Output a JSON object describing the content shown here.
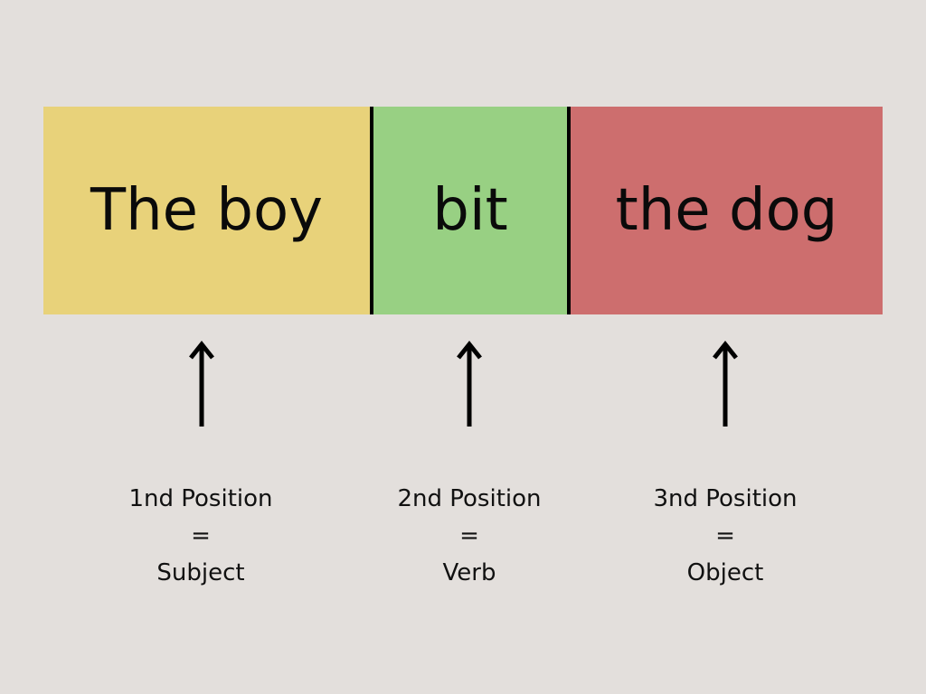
{
  "colors": {
    "background": "#e3dfdc",
    "subject": "#e8d27a",
    "verb": "#98d083",
    "object": "#cd6e6e",
    "divider": "#000000"
  },
  "sentence": {
    "subject": "The boy",
    "verb": "bit",
    "object": "the dog"
  },
  "labels": {
    "subject": {
      "position": "1nd Position",
      "equals": "=",
      "role": "Subject"
    },
    "verb": {
      "position": "2nd Position",
      "equals": "=",
      "role": "Verb"
    },
    "object": {
      "position": "3nd Position",
      "equals": "=",
      "role": "Object"
    }
  },
  "icons": [
    "arrow-up-icon",
    "arrow-up-icon",
    "arrow-up-icon"
  ]
}
